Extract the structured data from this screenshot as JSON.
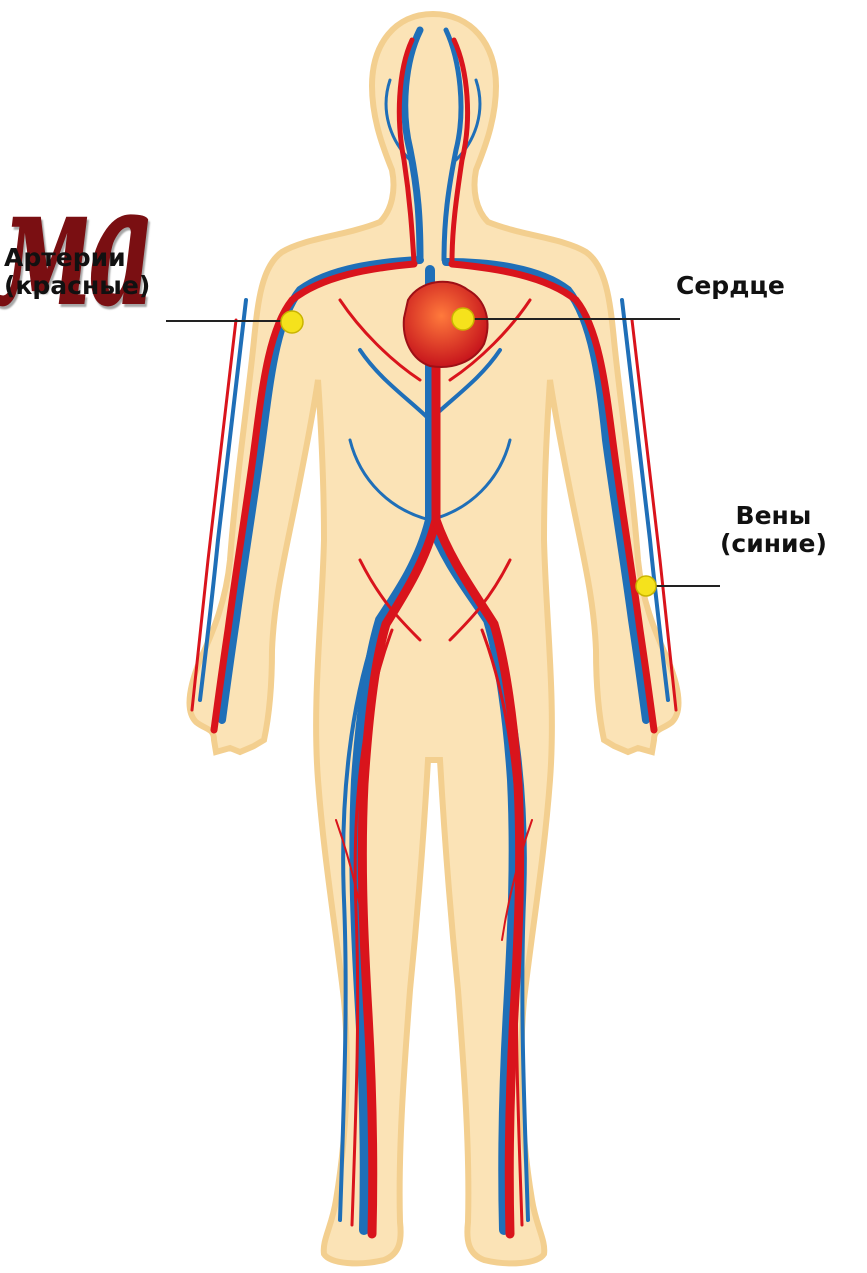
{
  "labels": {
    "arteries_line1": "Артерии",
    "arteries_line2": "(красные)",
    "heart": "Сердце",
    "veins_line1": "Вены",
    "veins_line2": "(синие)"
  },
  "overlay_text": "ма",
  "colors": {
    "skin": "#fbe3b6",
    "skin_edge": "#f3cf8f",
    "artery": "#d9141c",
    "vein": "#1f6fb8",
    "marker": "#f5e21c",
    "leader_line": "#222222",
    "overlay_text": "#7a0f12",
    "heart": "#e0281e"
  }
}
